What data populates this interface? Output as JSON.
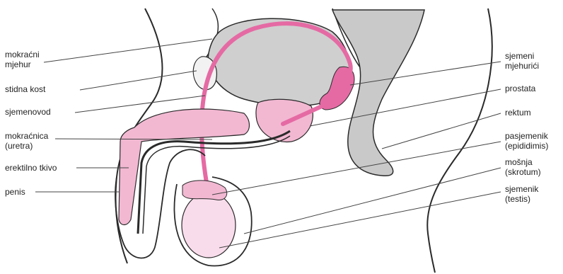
{
  "colors": {
    "outline": "#2a2a2a",
    "organ_gray": "#cfcfcf",
    "rectum_gray": "#c9c9c9",
    "pink": "#e56aa4",
    "pink_light": "#f2b8d2",
    "pink_pale": "#f9dceb",
    "leader": "#444444"
  },
  "labels": {
    "bladder": "mokraćni\nmjehur",
    "pubic_bone": "stidna kost",
    "vas_deferens": "sjemenovod",
    "urethra": "mokraćnica\n(uretra)",
    "erectile_tissue": "erektilno tkivo",
    "penis": "penis",
    "seminal_vesicles": "sjemeni\nmjehurići",
    "prostate": "prostata",
    "rectum": "rektum",
    "epididymis": "pasjemenik\n(epididimis)",
    "scrotum": "mošnja\n(skrotum)",
    "testis": "sjemenik\n(testis)"
  }
}
